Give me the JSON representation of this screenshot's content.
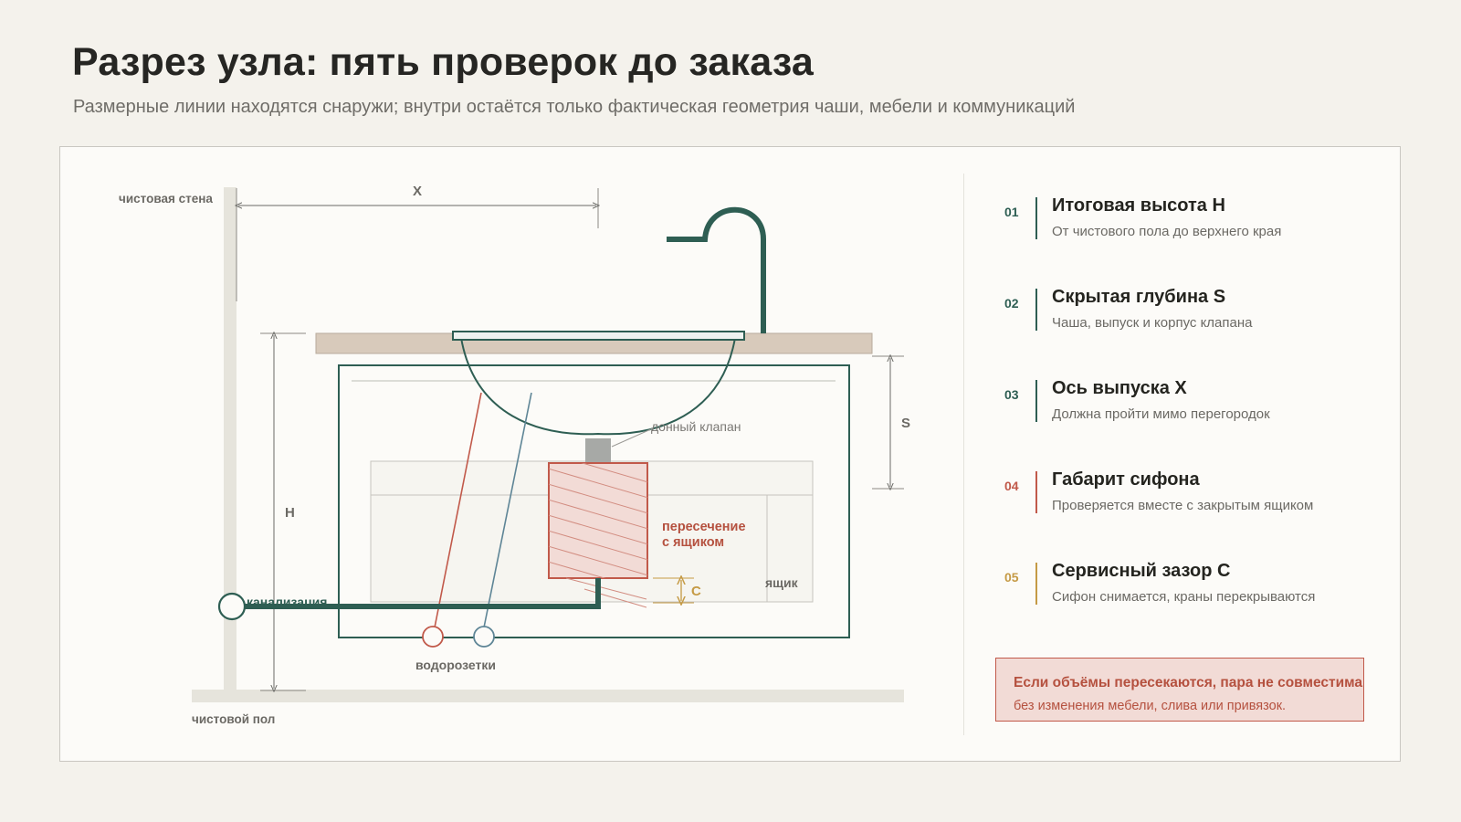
{
  "header": {
    "title": "Разрез узла: пять проверок до заказа",
    "subtitle": "Размерные линии находятся снаружи; внутри остаётся только фактическая геометрия чаши, мебели и коммуникаций"
  },
  "diagram": {
    "labels": {
      "finish_wall": "чистовая стена",
      "finish_floor": "чистовой пол",
      "dim_x": "X",
      "dim_h": "H",
      "dim_s": "S",
      "dim_c": "C",
      "bottom_valve": "донный клапан",
      "intersection_line1": "пересечение",
      "intersection_line2": "с ящиком",
      "drawer": "ящик",
      "sewer": "канализация",
      "water_outlets": "водорозетки"
    }
  },
  "checks": [
    {
      "num": "01",
      "title": "Итоговая высота H",
      "desc": "От чистового пола до верхнего края",
      "color": "#2e5e53"
    },
    {
      "num": "02",
      "title": "Скрытая глубина S",
      "desc": "Чаша, выпуск и корпус клапана",
      "color": "#2e5e53"
    },
    {
      "num": "03",
      "title": "Ось выпуска X",
      "desc": "Должна пройти мимо перегородок",
      "color": "#2e5e53"
    },
    {
      "num": "04",
      "title": "Габарит сифона",
      "desc": "Проверяется вместе с закрытым ящиком",
      "color": "#c1594a"
    },
    {
      "num": "05",
      "title": "Сервисный зазор C",
      "desc": "Сифон снимается, краны перекрываются",
      "color": "#c59a45"
    }
  ],
  "warning": {
    "line1": "Если объёмы пересекаются, пара не совместима",
    "line2": "без изменения мебели, слива или привязок."
  },
  "colors": {
    "accent_green": "#2e5e53",
    "accent_red": "#c1594a",
    "accent_gold": "#c59a45",
    "blue_pipe": "#5e8596",
    "countertop": "#d8cabb"
  }
}
